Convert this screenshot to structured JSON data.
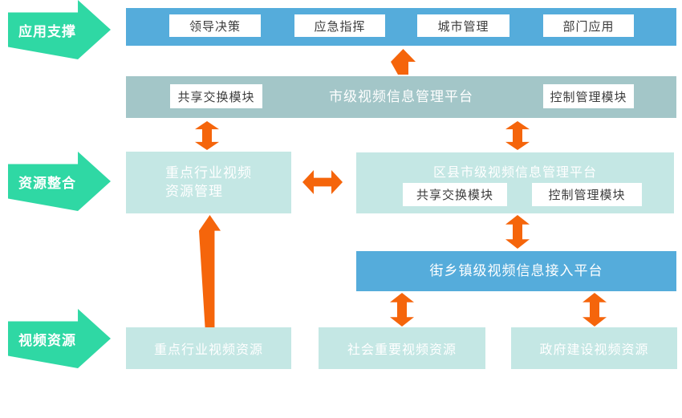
{
  "colors": {
    "green": "#2FD8A4",
    "blue": "#55ACDB",
    "teal_bar": "#A3C6C8",
    "light_teal": "#C4E7E4",
    "orange": "#F5650B",
    "dark_text": "#3C3C3C"
  },
  "stages": [
    {
      "label": "应用支撑"
    },
    {
      "label": "资源整合"
    },
    {
      "label": "视频资源"
    }
  ],
  "application_bar": {
    "items": [
      {
        "label": "领导决策"
      },
      {
        "label": "应急指挥"
      },
      {
        "label": "城市管理"
      },
      {
        "label": "部门应用"
      }
    ]
  },
  "city_platform": {
    "title": "市级视频信息管理平台",
    "modules": [
      {
        "label": "共享交换模块"
      },
      {
        "label": "控制管理模块"
      }
    ]
  },
  "industry_management": {
    "line1": "重点行业视频",
    "line2": "资源管理"
  },
  "district_platform": {
    "title": "区县市级视频信息管理平台",
    "modules": [
      {
        "label": "共享交换模块"
      },
      {
        "label": "控制管理模块"
      }
    ]
  },
  "township_platform": {
    "title": "街乡镇级视频信息接入平台"
  },
  "resources": [
    {
      "label": "重点行业视频资源"
    },
    {
      "label": "社会重要视频资源"
    },
    {
      "label": "政府建设视频资源"
    }
  ]
}
